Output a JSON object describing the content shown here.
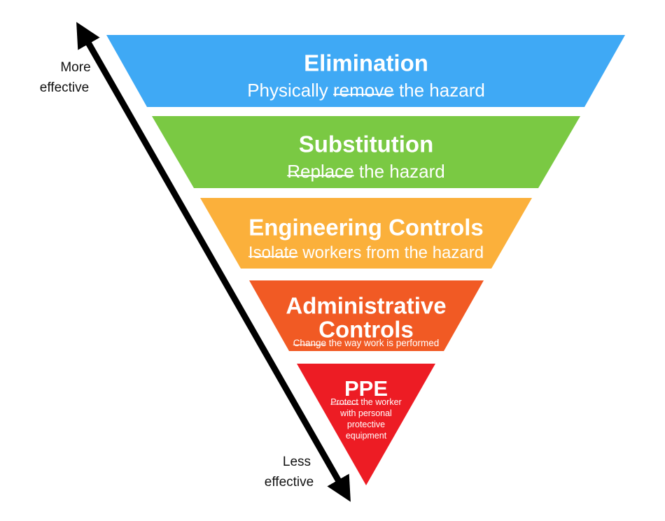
{
  "axis": {
    "top_label_line1": "More",
    "top_label_line2": "effective",
    "bottom_label_line1": "Less",
    "bottom_label_line2": "effective",
    "arrow_color": "#000000"
  },
  "tiers": [
    {
      "id": "elimination",
      "color": "#3fa9f5",
      "title_lines": [
        "Elimination"
      ],
      "keyword": "remove",
      "sub_lines": [
        [
          "Physically ",
          "remove",
          " the hazard"
        ]
      ]
    },
    {
      "id": "substitution",
      "color": "#7ac943",
      "title_lines": [
        "Substitution"
      ],
      "keyword": "Replace",
      "sub_lines": [
        [
          "",
          "Replace",
          " the hazard"
        ]
      ]
    },
    {
      "id": "engineering-controls",
      "color": "#fbb03b",
      "title_lines": [
        "Engineering Controls"
      ],
      "keyword": "Isolate",
      "sub_lines": [
        [
          "",
          "Isolate",
          " workers from the hazard"
        ]
      ]
    },
    {
      "id": "administrative-controls",
      "color": "#f15a24",
      "title_lines": [
        "Administrative",
        "Controls"
      ],
      "keyword": "Change",
      "sub_lines": [
        [
          "",
          "Change",
          " the way work is performed"
        ]
      ]
    },
    {
      "id": "ppe",
      "color": "#ed1c24",
      "title_lines": [
        "PPE"
      ],
      "keyword": "Protect",
      "sub_lines": [
        [
          "",
          "Protect",
          " the worker"
        ],
        [
          "with personal",
          "",
          ""
        ],
        [
          "protective",
          "",
          ""
        ],
        [
          "equipment",
          "",
          ""
        ]
      ]
    }
  ]
}
